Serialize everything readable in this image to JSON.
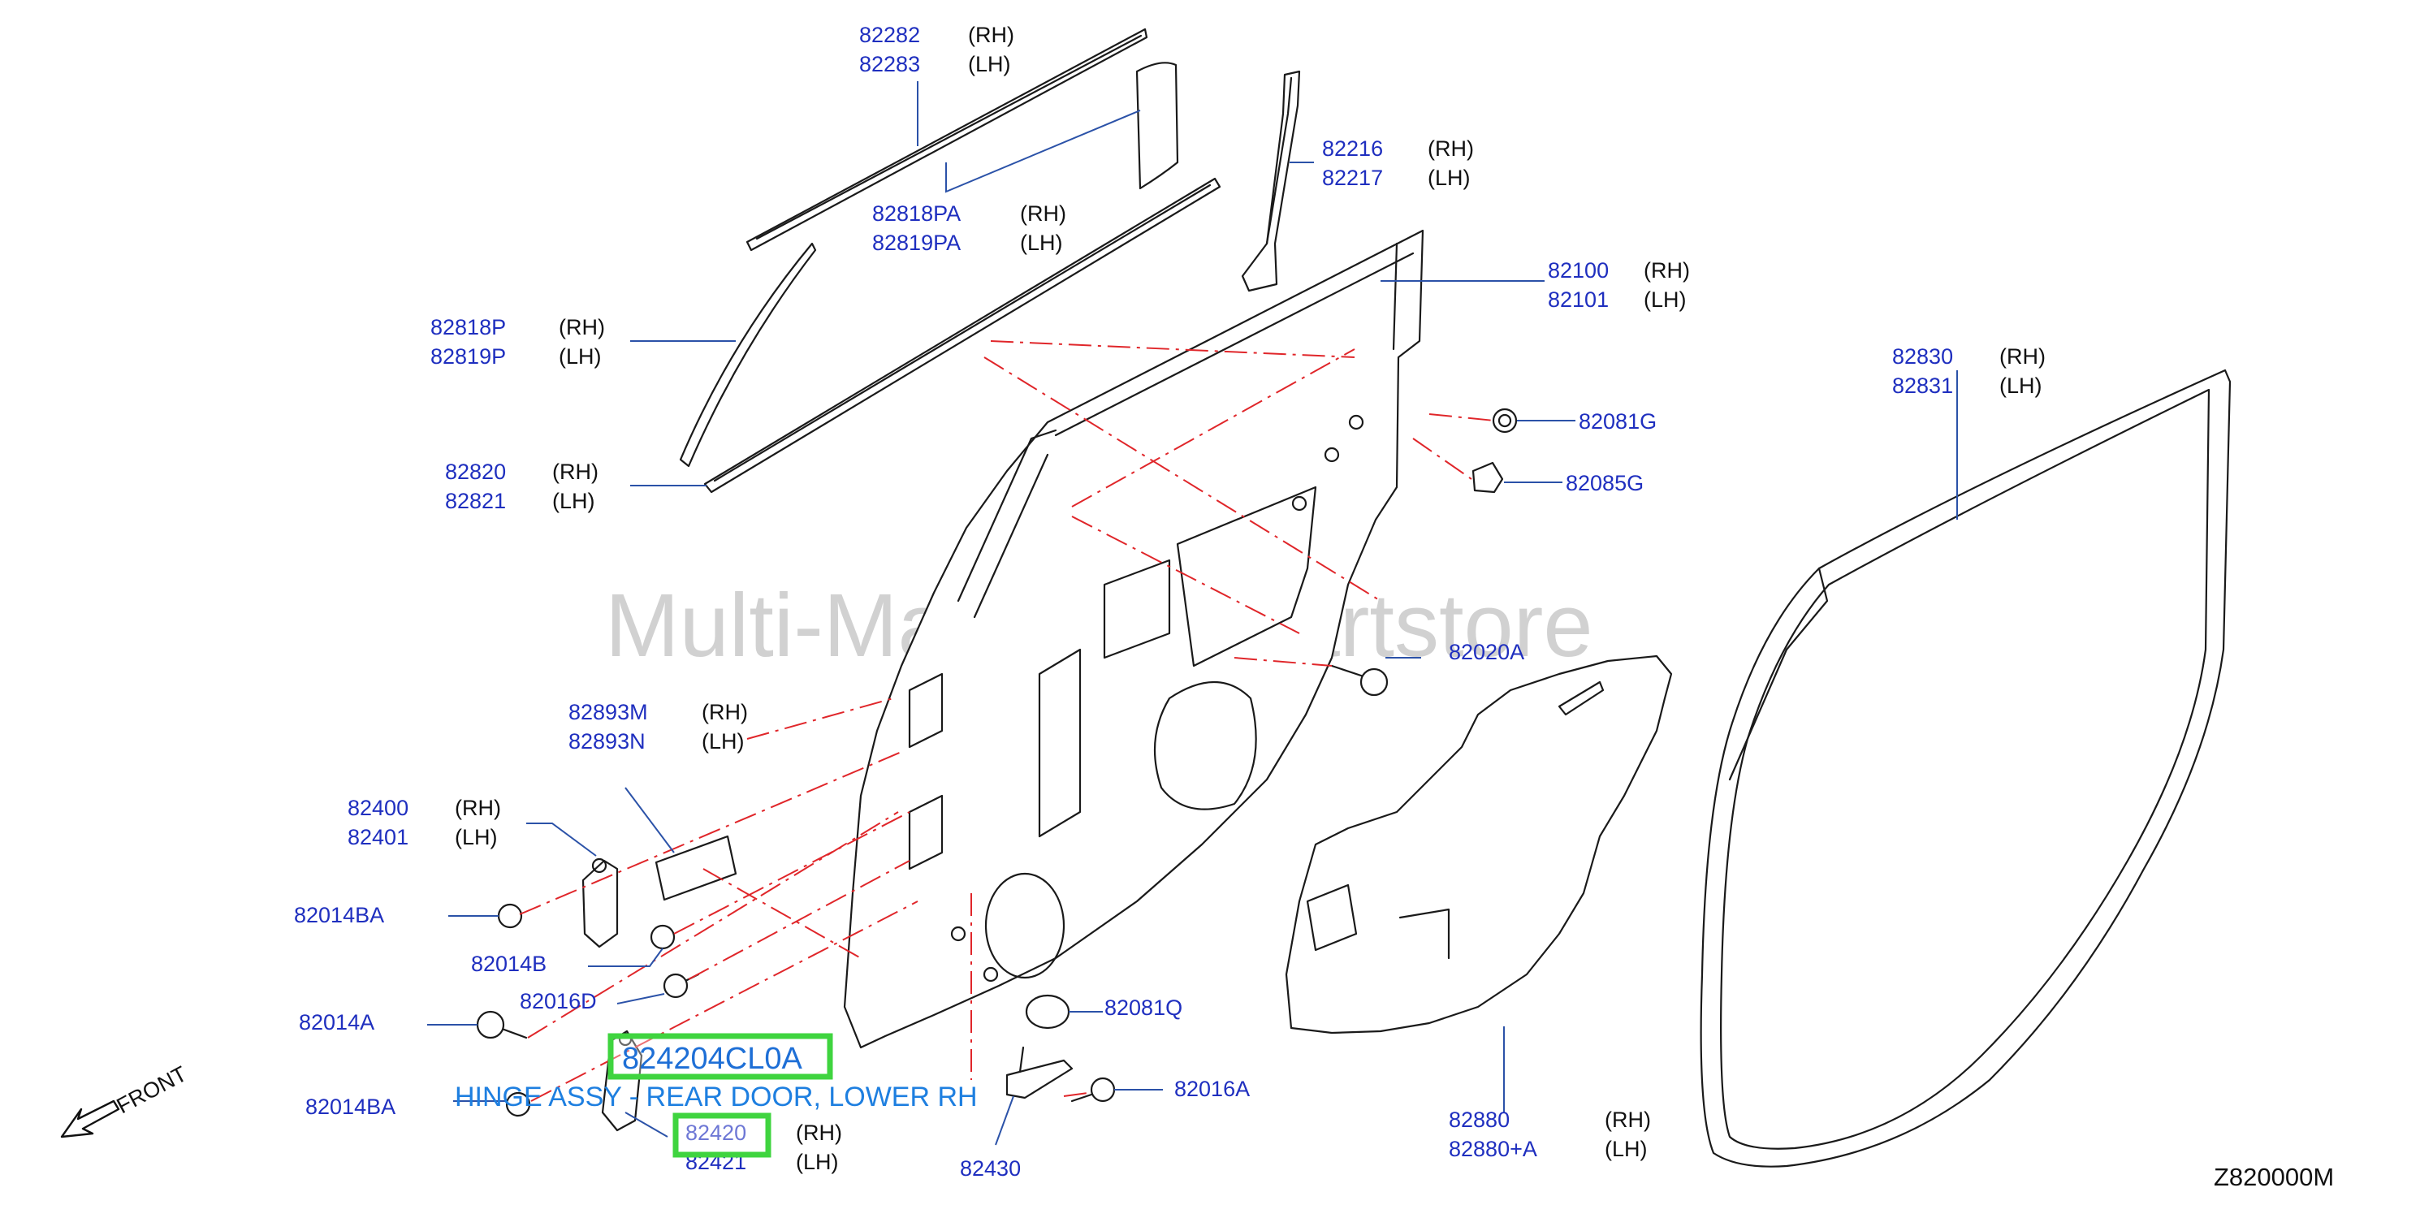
{
  "diagram_code": "Z820000M",
  "watermark": "Multi-Mart Auto Partstore",
  "front_label": "FRONT",
  "highlight": {
    "part_code": "824204CL0A",
    "description": "HINGE ASSY - REAR DOOR, LOWER RH"
  },
  "callouts": {
    "c82282": {
      "n1": "82282",
      "s1": "(RH)",
      "n2": "82283",
      "s2": "(LH)"
    },
    "c82818PA": {
      "n1": "82818PA",
      "s1": "(RH)",
      "n2": "82819PA",
      "s2": "(LH)"
    },
    "c82216": {
      "n1": "82216",
      "s1": "(RH)",
      "n2": "82217",
      "s2": "(LH)"
    },
    "c82100": {
      "n1": "82100",
      "s1": "(RH)",
      "n2": "82101",
      "s2": "(LH)"
    },
    "c82818P": {
      "n1": "82818P",
      "s1": "(RH)",
      "n2": "82819P",
      "s2": "(LH)"
    },
    "c82820": {
      "n1": "82820",
      "s1": "(RH)",
      "n2": "82821",
      "s2": "(LH)"
    },
    "c82081G": {
      "n1": "82081G"
    },
    "c82085G": {
      "n1": "82085G"
    },
    "c82830": {
      "n1": "82830",
      "s1": "(RH)",
      "n2": "82831",
      "s2": "(LH)"
    },
    "c82020A": {
      "n1": "82020A"
    },
    "c82893M": {
      "n1": "82893M",
      "s1": "(RH)",
      "n2": "82893N",
      "s2": "(LH)"
    },
    "c82400": {
      "n1": "82400",
      "s1": "(RH)",
      "n2": "82401",
      "s2": "(LH)"
    },
    "c82014BA_top": {
      "n1": "82014BA"
    },
    "c82014B": {
      "n1": "82014B"
    },
    "c82016D": {
      "n1": "82016D"
    },
    "c82014A": {
      "n1": "82014A"
    },
    "c82081Q": {
      "n1": "82081Q"
    },
    "c82014BA_bot": {
      "n1": "82014BA"
    },
    "c82016A": {
      "n1": "82016A"
    },
    "c82420": {
      "n1": "82420",
      "s1": "(RH)",
      "n2": "82421",
      "s2": "(LH)"
    },
    "c82430": {
      "n1": "82430"
    },
    "c82880": {
      "n1": "82880",
      "s1": "(RH)",
      "n2": "82880+A",
      "s2": "(LH)"
    }
  }
}
